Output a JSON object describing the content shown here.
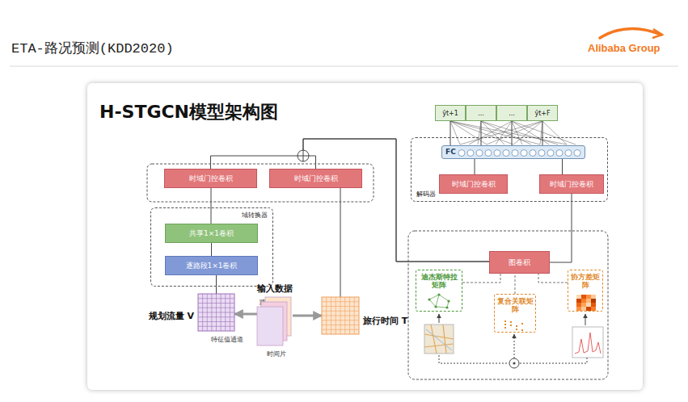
{
  "diagram": {
    "title": "ETA-路况预测(KDD2020)",
    "nodes": [
      {
        "text": [
          "时域门控卷积"
        ]
      },
      {
        "text": [
          "时域门控卷积"
        ]
      },
      {
        "text": [
          "域转换器"
        ]
      },
      {
        "text": [
          "共享1×1卷积"
        ],
        "in": 2
      },
      {
        "text": [
          "逐路段1×1卷积"
        ],
        "in": 2
      },
      {
        "text": [
          "规划流量 V"
        ]
      },
      {
        "text": [
          "输入数据"
        ]
      },
      {
        "text": [
          "旅行时间 T"
        ]
      },
      {
        "text": [
          "解码器"
        ]
      },
      {
        "text": [
          "FC"
        ],
        "in": 8
      },
      {
        "text": [
          "时域门控卷积"
        ],
        "in": 8
      },
      {
        "text": [
          "时域门控卷积"
        ],
        "in": 8
      },
      {
        "text": [
          "ŷt+1"
        ]
      },
      {
        "text": [
          "..."
        ]
      },
      {
        "text": [
          "..."
        ]
      },
      {
        "text": [
          "ŷt+F"
        ]
      },
      {
        "text": [
          "图卷积"
        ]
      },
      {
        "text": [
          "迪杰斯特拉矩阵"
        ]
      },
      {
        "text": [
          "复合关联矩阵"
        ]
      },
      {
        "text": [
          "协方差矩阵"
        ]
      }
    ],
    "edges": [
      {
        "from": 4,
        "to": 3,
        "arrow": "none"
      },
      {
        "from": 3,
        "to": 0,
        "arrow": "none"
      },
      {
        "from": 5,
        "to": 4,
        "arrow": "none"
      },
      {
        "from": 7,
        "to": 1,
        "arrow": "none"
      },
      {
        "from": 6,
        "to": 5,
        "arrow": "to"
      },
      {
        "from": 6,
        "to": 7,
        "arrow": "to"
      },
      {
        "from": 0,
        "to": 16,
        "arrow": "none"
      },
      {
        "from": 1,
        "to": 16,
        "arrow": "none"
      },
      {
        "from": 16,
        "to": 11,
        "arrow": "none"
      },
      {
        "from": 10,
        "to": 9,
        "arrow": "none"
      },
      {
        "from": 11,
        "to": 9,
        "arrow": "none"
      },
      {
        "from": 9,
        "to": 12,
        "arrow": "none"
      },
      {
        "from": 9,
        "to": 13,
        "arrow": "none"
      },
      {
        "from": 9,
        "to": 14,
        "arrow": "none"
      },
      {
        "from": 9,
        "to": 15,
        "arrow": "none"
      },
      {
        "from": 17,
        "to": 16,
        "arrow": "none"
      },
      {
        "from": 18,
        "to": 16,
        "arrow": "none"
      },
      {
        "from": 19,
        "to": 16,
        "arrow": "none"
      }
    ],
    "labels": [
      "H-STGCN模型架构图",
      "Alibaba Group",
      "路段",
      "特征值通道",
      "时间片"
    ]
  }
}
